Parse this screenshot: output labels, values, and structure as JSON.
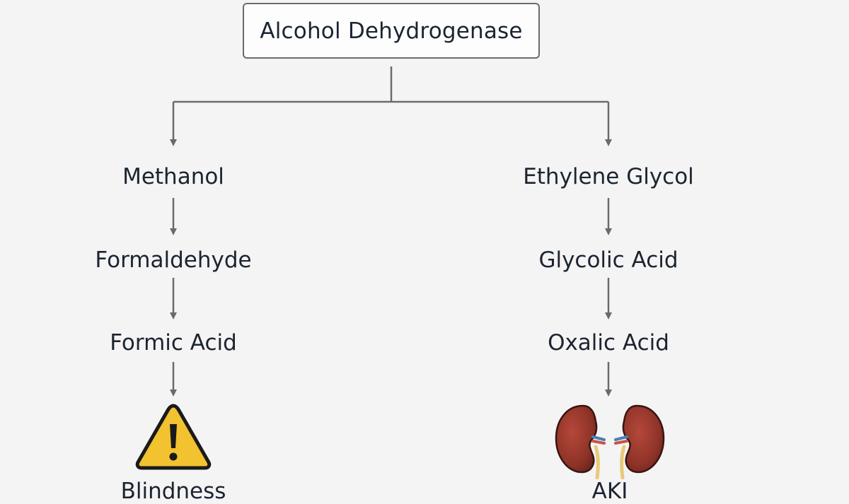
{
  "root": {
    "label": "Alcohol Dehydrogenase"
  },
  "branches": [
    {
      "id": "methanol",
      "steps": [
        "Methanol",
        "Formaldehyde",
        "Formic Acid"
      ],
      "outcome": {
        "label": "Blindness",
        "icon": "warning-icon"
      }
    },
    {
      "id": "ethylene-glycol",
      "steps": [
        "Ethylene Glycol",
        "Glycolic Acid",
        "Oxalic Acid"
      ],
      "outcome": {
        "label": "AKI",
        "icon": "kidney-icon"
      }
    }
  ],
  "colors": {
    "text": "#1c2430",
    "line": "#6b6b6b",
    "warning": "#f2c230",
    "kidney": "#8e3328"
  }
}
